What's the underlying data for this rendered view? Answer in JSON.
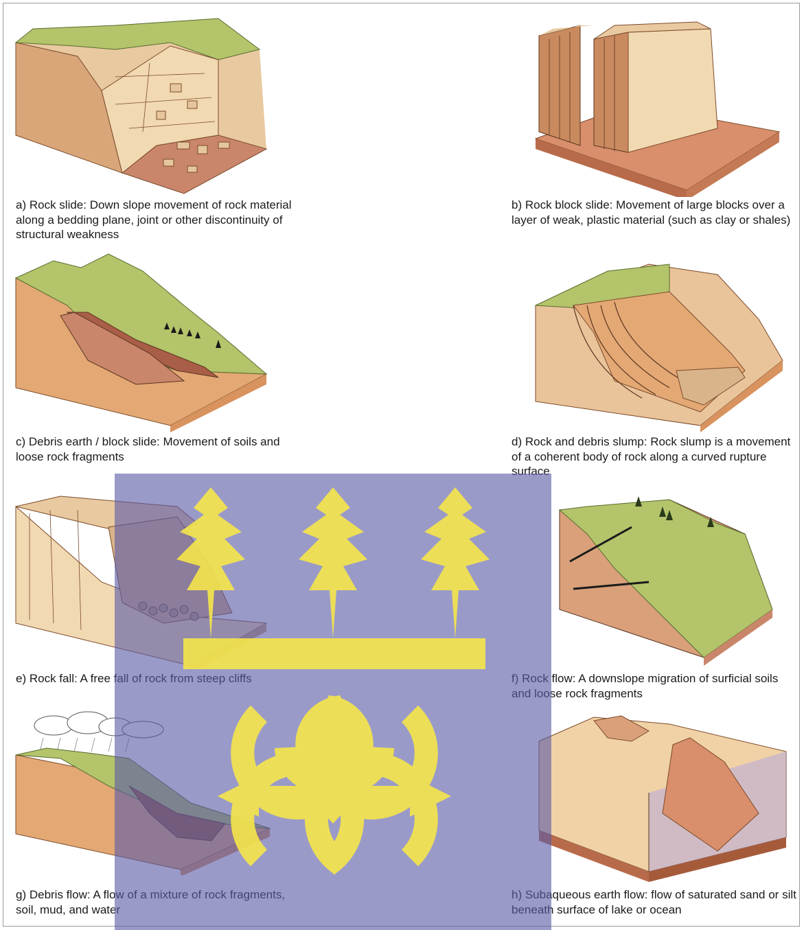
{
  "panels": {
    "a": "a) Rock slide: Down slope movement of rock material along a bedding plane, joint or other discontinuity of structural weakness",
    "b": "b) Rock block slide: Movement of large blocks over a layer of weak, plastic material (such as clay or shales)",
    "c": "c) Debris earth / block slide: Movement of soils and loose rock fragments",
    "d": "d) Rock and debris slump: Rock slump is a movement of a coherent body of rock along a curved rupture surface",
    "e": "e) Rock fall: A free fall of rock from steep cliffs",
    "f": "f) Rock flow: A downslope migration of surficial soils and loose rock fragments",
    "g": "g) Debris flow: A flow of a mixture of rock fragments, soil, mud, and water",
    "h": "h) Subaqueous earth flow: flow of saturated sand or silt beneath surface of lake or ocean"
  },
  "colors": {
    "grass": "#b4c46a",
    "rock_face": "#d9a67a",
    "rock_light": "#f1d9b2",
    "soil": "#c9866a",
    "watermark_blue": "#5c5ca8",
    "watermark_gold": "#f5e64a",
    "water": "#b5a8dc"
  },
  "watermark": {
    "icon": "adinkra-emblem"
  }
}
